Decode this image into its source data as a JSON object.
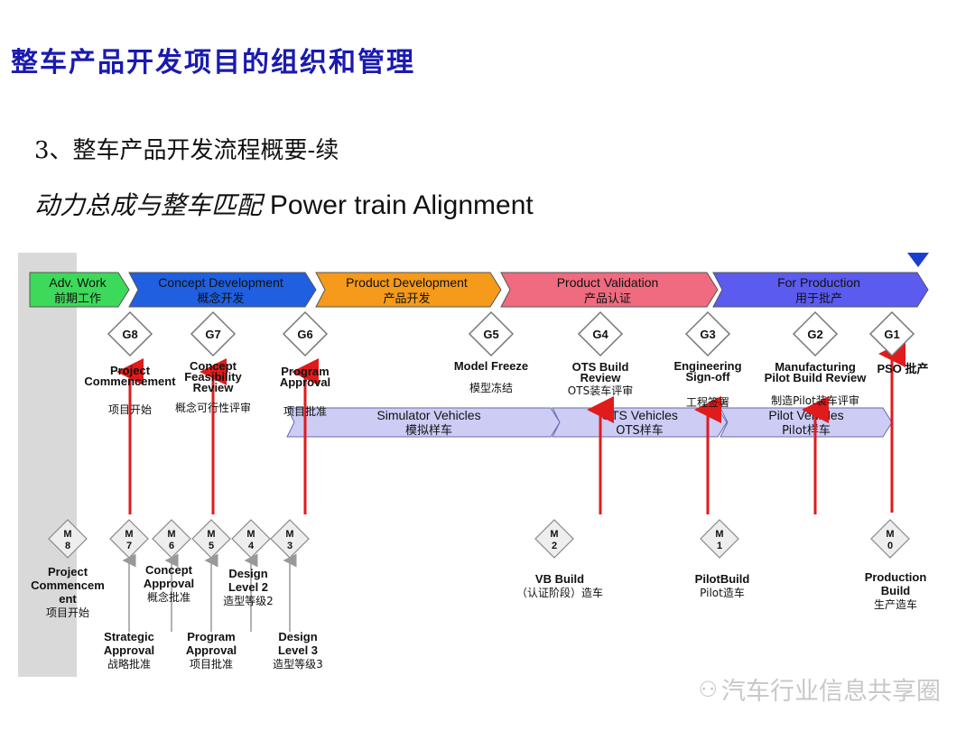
{
  "title": "整车产品开发项目的组织和管理",
  "subtitle": "3、整车产品开发流程概要-续",
  "section": {
    "cn": "动力总成与整车匹配",
    "en": "Power train Alignment"
  },
  "phases": [
    {
      "en": "Adv. Work",
      "cn": "前期工作",
      "color": "#3dd95a"
    },
    {
      "en": "Concept Development",
      "cn": "概念开发",
      "color": "#1f5fe0"
    },
    {
      "en": "Product Development",
      "cn": "产品开发",
      "color": "#f59a1b"
    },
    {
      "en": "Product Validation",
      "cn": "产品认证",
      "color": "#f06a80"
    },
    {
      "en": "For Production",
      "cn": "用于批产",
      "color": "#5b5bf0"
    }
  ],
  "gates": [
    {
      "id": "G8",
      "label": [
        "Project",
        "Commencement"
      ],
      "cn": "项目开始"
    },
    {
      "id": "G7",
      "label": [
        "Concept",
        "Feasibility",
        "Review"
      ],
      "cn": "概念可行性评审"
    },
    {
      "id": "G6",
      "label": [
        "Program",
        "Approval"
      ],
      "cn": "项目批准"
    },
    {
      "id": "G5",
      "label": [
        "Model Freeze"
      ],
      "cn": "模型冻结"
    },
    {
      "id": "G4",
      "label": [
        "OTS Build",
        "Review"
      ],
      "cn": "OTS装车评审"
    },
    {
      "id": "G3",
      "label": [
        "Engineering",
        "Sign-off"
      ],
      "cn": "工程签署"
    },
    {
      "id": "G2",
      "label": [
        "Manufacturing",
        "Pilot Build Review"
      ],
      "cn": "制造Pilot装车评审"
    },
    {
      "id": "G1",
      "label": [
        "PSO 批产"
      ],
      "cn": ""
    }
  ],
  "vehicle_bars": [
    {
      "en": "Simulator Vehicles",
      "cn": "模拟样车"
    },
    {
      "en": "OTS Vehicles",
      "cn": "OTS样车"
    },
    {
      "en": "Pilot Vehicles",
      "cn": "Pilot样车"
    }
  ],
  "milestones": [
    {
      "id": "M 8",
      "label": [
        "Project",
        "Commencem",
        "ent"
      ],
      "cn": "项目开始"
    },
    {
      "id": "M 7",
      "label": [
        "Strategic",
        "Approval"
      ],
      "cn": "战略批准"
    },
    {
      "id": "M 6",
      "label": [
        "Concept",
        "Approval"
      ],
      "cn": "概念批准"
    },
    {
      "id": "M 5",
      "label": [
        "Program",
        "Approval"
      ],
      "cn": "项目批准"
    },
    {
      "id": "M 4",
      "label": [
        "Design",
        "Level 2"
      ],
      "cn": "造型等级2"
    },
    {
      "id": "M 3",
      "label": [
        "Design",
        "Level 3"
      ],
      "cn": "造型等级3"
    },
    {
      "id": "M 2",
      "label": [
        "VB Build"
      ],
      "cn": "（认证阶段）造车"
    },
    {
      "id": "M 1",
      "label": [
        "PilotBuild"
      ],
      "cn": "Pilot造车"
    },
    {
      "id": "M 0",
      "label": [
        "Production",
        "Build"
      ],
      "cn": "生产造车"
    }
  ],
  "watermark": "汽车行业信息共享圈",
  "colors": {
    "title": "#1a1ab0",
    "arrow_red": "#e01b1b",
    "arrow_grey": "#999999",
    "vehicle_bar": "#ccccf5",
    "left_band": "#d9d9d9"
  }
}
